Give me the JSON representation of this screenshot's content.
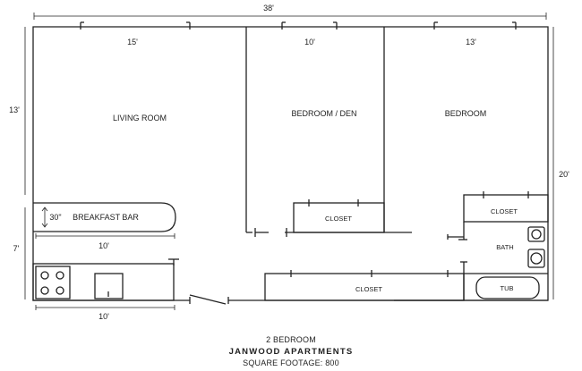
{
  "dimensions": {
    "overall_width": "38'",
    "living_width": "15'",
    "den_width": "10'",
    "bedroom_width": "13'",
    "living_depth": "13'",
    "kitchen_depth": "7'",
    "right_depth": "20'",
    "bar_depth": "30\"",
    "bar_width": "10'",
    "kitchen_width": "10'"
  },
  "rooms": {
    "living_room": "LIVING ROOM",
    "bedroom_den": "BEDROOM / DEN",
    "bedroom": "BEDROOM",
    "breakfast_bar": "BREAKFAST BAR",
    "closet_den": "CLOSET",
    "closet_bedroom": "CLOSET",
    "closet_hall": "CLOSET",
    "bath": "BATH",
    "tub": "TUB"
  },
  "footer": {
    "unit_type": "2 BEDROOM",
    "property_name": "JANWOOD APARTMENTS",
    "square_footage": "SQUARE FOOTAGE: 800"
  }
}
